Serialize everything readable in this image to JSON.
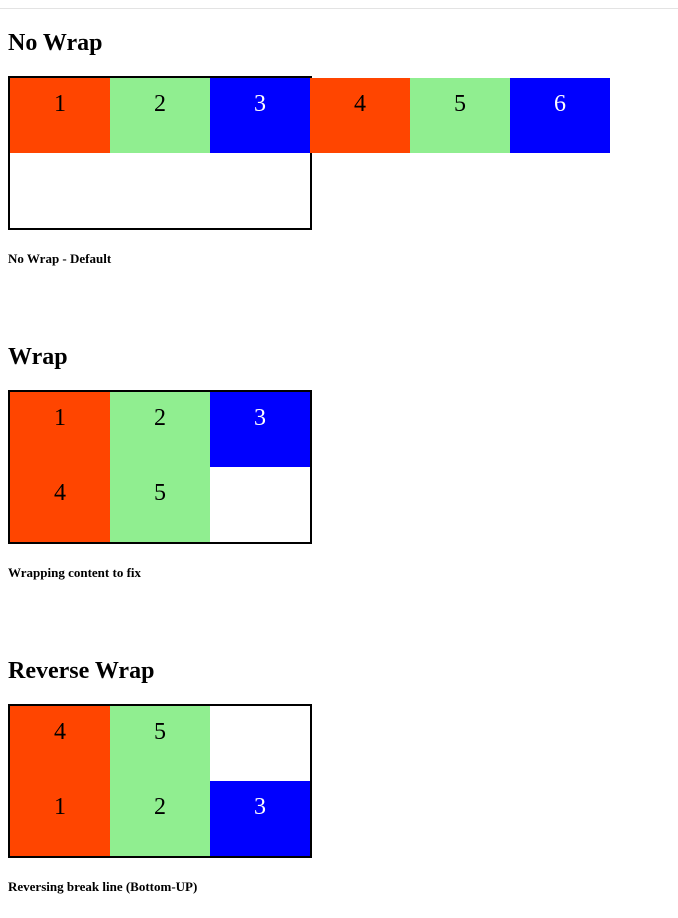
{
  "colors": {
    "orange": "#ff4500",
    "green": "#90ee90",
    "blue": "#0000ff"
  },
  "sections": [
    {
      "title": "No Wrap",
      "caption": "No Wrap - Default",
      "items": [
        "1",
        "2",
        "3",
        "4",
        "5",
        "6"
      ]
    },
    {
      "title": "Wrap",
      "caption": "Wrapping content to fix",
      "items": [
        "1",
        "2",
        "3",
        "4",
        "5"
      ]
    },
    {
      "title": "Reverse Wrap",
      "caption": "Reversing break line (Bottom-UP)",
      "items": [
        "1",
        "2",
        "3",
        "4",
        "5"
      ]
    }
  ]
}
